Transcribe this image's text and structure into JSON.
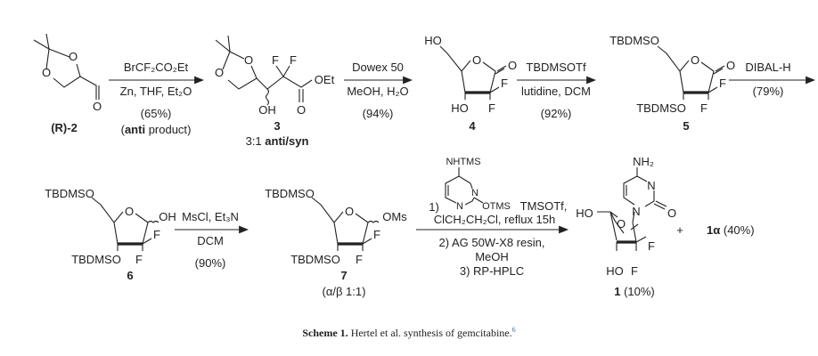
{
  "scheme": {
    "compounds": {
      "c2": {
        "label": "(R)-2",
        "atoms": [
          "O",
          "O",
          "O"
        ]
      },
      "c3": {
        "label": "3",
        "note": "3:1 anti/syn",
        "atoms": [
          "O",
          "O",
          "F",
          "F",
          "OEt",
          "OH",
          "O"
        ]
      },
      "c4": {
        "label": "4",
        "atoms": [
          "HO",
          "O",
          "O",
          "F",
          "HO",
          "F"
        ]
      },
      "c5": {
        "label": "5",
        "atoms": [
          "TBDMSO",
          "O",
          "O",
          "F",
          "TBDMSO",
          "F"
        ]
      },
      "c6": {
        "label": "6",
        "atoms": [
          "TBDMSO",
          "O",
          "OH",
          "F",
          "TBDMSO",
          "F"
        ]
      },
      "c7": {
        "label": "7",
        "note": "(α/β 1:1)",
        "atoms": [
          "TBDMSO",
          "O",
          "OMs",
          "F",
          "TBDMSO",
          "F"
        ]
      },
      "c1": {
        "label": "1",
        "yield": "(10%)",
        "atoms": [
          "NH₂",
          "N",
          "N",
          "O",
          "HO",
          "O",
          "F",
          "HO",
          "F"
        ]
      },
      "c1a": {
        "plus": "+",
        "label": "1α",
        "yield": "(40%)"
      }
    },
    "steps": [
      {
        "above": "BrCF₂CO₂Et",
        "below": "Zn, THF, Et₂O",
        "yield": "(65%)",
        "note_bold": "anti",
        "note": "product"
      },
      {
        "above": "Dowex 50",
        "below": "MeOH, H₂O",
        "yield": "(94%)"
      },
      {
        "above": "TBDMSOTf",
        "below": "lutidine, DCM",
        "yield": "(92%)"
      },
      {
        "above": "DIBAL-H",
        "yield": "(79%)"
      },
      {
        "above": "MsCl, Et₃N",
        "below": "DCM",
        "yield": "(90%)"
      },
      {
        "reagent_atoms": [
          "NHTMS",
          "N",
          "N",
          "OTMS"
        ],
        "step1": "1)",
        "above1": "TMSOTf,",
        "above2": "ClCH₂CH₂Cl, reflux 15h",
        "below1": "2) AG 50W-X8 resin,",
        "below2": "MeOH",
        "below3": "3) RP-HPLC"
      }
    ]
  },
  "caption": {
    "label": "Scheme 1.",
    "text": "Hertel et al. synthesis of gemcitabine.",
    "ref": "6"
  }
}
